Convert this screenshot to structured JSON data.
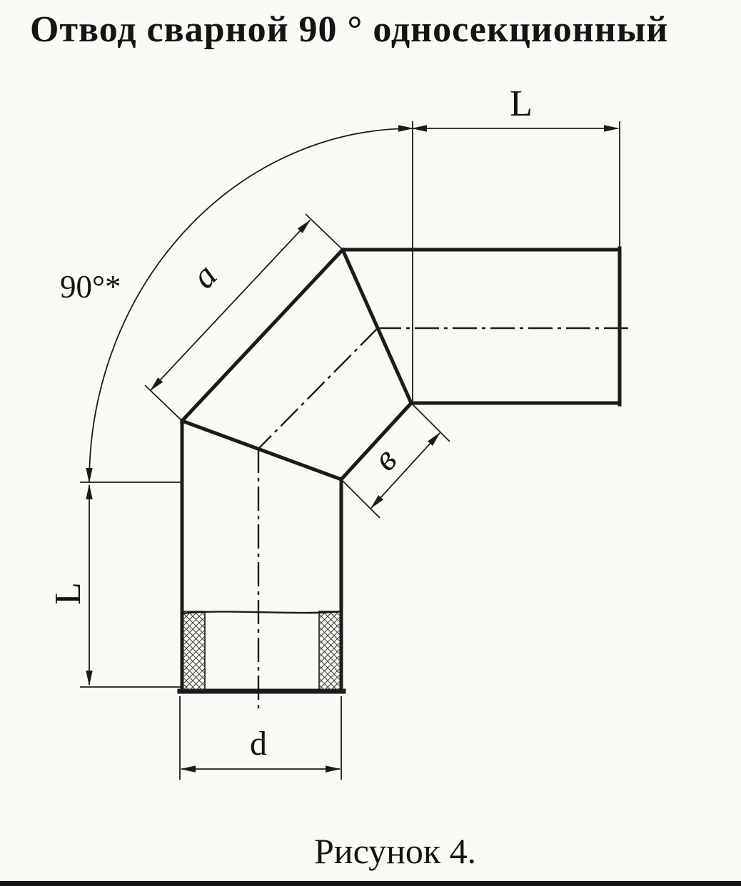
{
  "page": {
    "title": "Отвод сварной 90 ° односекционный",
    "caption": "Рисунок 4."
  },
  "drawing": {
    "angle_label": "90°*",
    "top_length_label": "L",
    "left_length_label": "L",
    "segment_side_label": "a",
    "inner_width_label": "в",
    "diameter_label": "d"
  }
}
